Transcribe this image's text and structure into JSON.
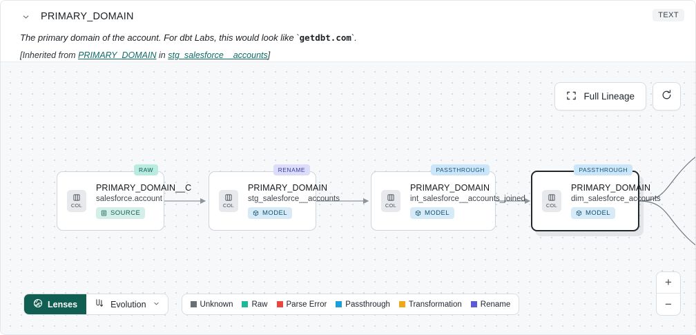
{
  "header": {
    "chevron_icon": "chevron-down-icon",
    "title": "PRIMARY_DOMAIN",
    "type_badge": "TEXT",
    "description_pre": "The primary domain of the account. For dbt Labs, this would look like ",
    "description_code": "getdbt.com",
    "description_post": ".",
    "inherited_prefix": "[Inherited from ",
    "inherited_column": "PRIMARY_DOMAIN",
    "inherited_joiner": " in ",
    "inherited_table": "stg_salesforce__accounts",
    "inherited_suffix": "]"
  },
  "controls": {
    "full_lineage_label": "Full Lineage",
    "full_lineage_icon": "expand-icon",
    "refresh_icon": "refresh-icon",
    "zoom_in_label": "+",
    "zoom_out_label": "−"
  },
  "graph": {
    "nodes": [
      {
        "id": "n1",
        "lens_badge": "RAW",
        "lens_class": "lens-raw",
        "chip_label": "COL",
        "column": "PRIMARY_DOMAIN__C",
        "table": "salesforce.account",
        "kind": "SOURCE",
        "kind_class": "kind-source",
        "kind_icon": "database-icon",
        "selected": false
      },
      {
        "id": "n2",
        "lens_badge": "RENAME",
        "lens_class": "lens-rename",
        "chip_label": "COL",
        "column": "PRIMARY_DOMAIN",
        "table": "stg_salesforce__accounts",
        "kind": "MODEL",
        "kind_class": "kind-model",
        "kind_icon": "cube-icon",
        "selected": false
      },
      {
        "id": "n3",
        "lens_badge": "PASSTHROUGH",
        "lens_class": "lens-passthrough",
        "chip_label": "COL",
        "column": "PRIMARY_DOMAIN",
        "table": "int_salesforce__accounts_joined",
        "kind": "MODEL",
        "kind_class": "kind-model",
        "kind_icon": "cube-icon",
        "selected": false
      },
      {
        "id": "n4",
        "lens_badge": "PASSTHROUGH",
        "lens_class": "lens-passthrough",
        "chip_label": "COL",
        "column": "PRIMARY_DOMAIN",
        "table": "dim_salesforce_accounts",
        "kind": "MODEL",
        "kind_class": "kind-model",
        "kind_icon": "cube-icon",
        "selected": true
      }
    ]
  },
  "bottom_bar": {
    "lenses_label": "Lenses",
    "lenses_icon": "aperture-icon",
    "evolution_label": "Evolution",
    "evolution_icon": "branch-icon",
    "evolution_caret": "chevron-down-icon",
    "legend": [
      {
        "label": "Unknown",
        "color": "#6b7076"
      },
      {
        "label": "Raw",
        "color": "#1eb79a"
      },
      {
        "label": "Parse Error",
        "color": "#e8463f"
      },
      {
        "label": "Passthrough",
        "color": "#1a9fdb"
      },
      {
        "label": "Transformation",
        "color": "#f0a718"
      },
      {
        "label": "Rename",
        "color": "#5b5bd6"
      }
    ]
  }
}
